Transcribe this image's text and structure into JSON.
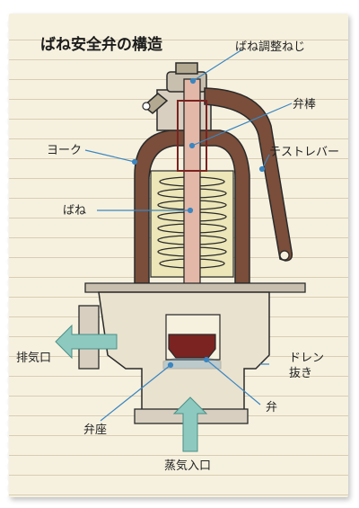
{
  "title": "ばね安全弁の構造",
  "labels": {
    "adjust_nut": "ばね調整ねじ",
    "valve_stem": "弁棒",
    "yoke": "ヨーク",
    "test_lever": "テストレバー",
    "spring": "ばね",
    "exhaust": "排気口",
    "drain_line1": "ドレン",
    "drain_line2": "抜き",
    "valve": "弁",
    "valve_seat": "弁座",
    "steam_inlet": "蒸気入口"
  },
  "colors": {
    "paper": "#f6f1df",
    "yoke_brown": "#7a4e3a",
    "outline": "#2a2a2a",
    "spring_fill": "#ece6b8",
    "valve_red": "#7a2320",
    "stem_pink": "#e3b8a8",
    "arrow_teal": "#8ec9c0",
    "leader_blue": "#3c86c0"
  }
}
